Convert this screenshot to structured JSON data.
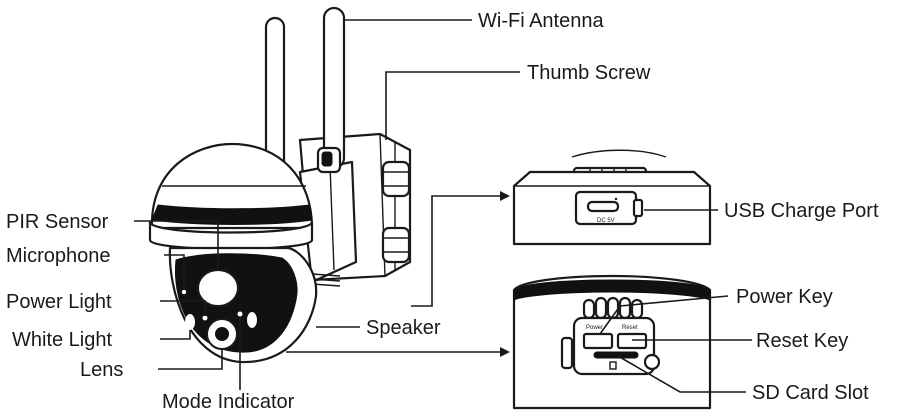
{
  "labels": {
    "wifi_antenna": "Wi-Fi Antenna",
    "thumb_screw": "Thumb Screw",
    "usb_charge_port": "USB Charge Port",
    "pir_sensor": "PIR Sensor",
    "microphone": "Microphone",
    "power_light": "Power Light",
    "white_light": "White Light",
    "lens": "Lens",
    "mode_indicator": "Mode Indicator",
    "speaker": "Speaker",
    "power_key": "Power Key",
    "reset_key": "Reset Key",
    "sd_card_slot": "SD Card Slot"
  },
  "detail_text": {
    "dc_port": "DC 5V",
    "power_button": "Power",
    "reset_button": "Reset"
  },
  "colors": {
    "ink": "#1a1a1a",
    "camera_dark": "#111111",
    "background": "#ffffff"
  }
}
